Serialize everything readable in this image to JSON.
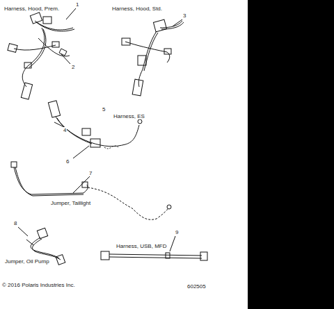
{
  "diagram": {
    "labels": [
      "Harness, Hood, Prem.",
      "1",
      "2",
      "Harness, Hood, Std.",
      "3",
      "5",
      "Harness, ES",
      "4",
      "6",
      "7",
      "Jumper, Taillight",
      "8",
      "Jumper, Oil Pump",
      "9",
      "Harness, USB, MFD",
      "© 2016 Polaris Industries Inc.",
      "602505"
    ]
  }
}
